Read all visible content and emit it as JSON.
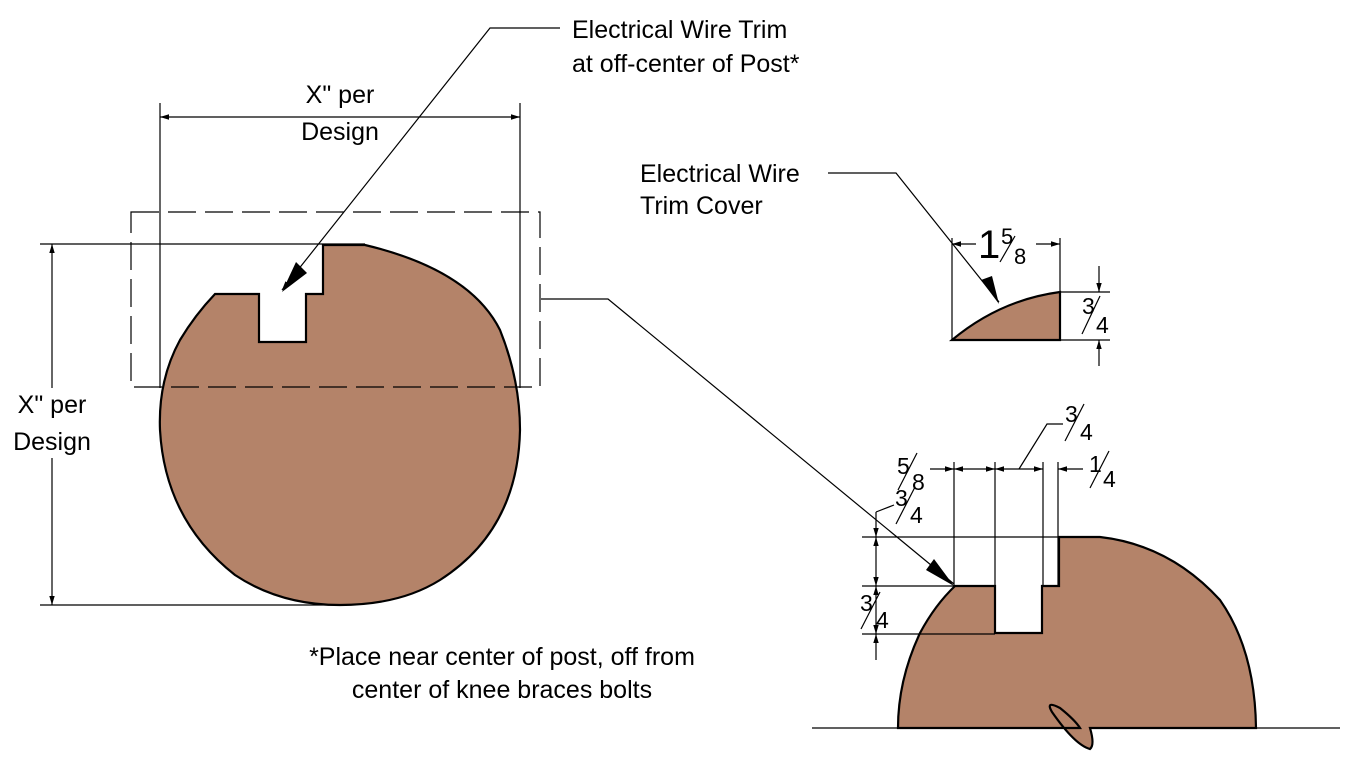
{
  "colors": {
    "wood": "#B48369",
    "line": "#000000",
    "background": "#FFFFFF"
  },
  "labels": {
    "trim_line1": "Electrical Wire Trim",
    "trim_line2": "at off-center of Post*",
    "cover_line1": "Electrical Wire",
    "cover_line2": "Trim Cover",
    "width_line1": "X\" per",
    "width_line2": "Design",
    "height_line1": "X\" per",
    "height_line2": "Design",
    "note_line1": "*Place near center of post, off from",
    "note_line2": "center of knee braces bolts"
  },
  "dimensions": {
    "cover_width": {
      "whole": "1",
      "num": "5",
      "den": "8"
    },
    "cover_height": {
      "num": "3",
      "den": "4"
    },
    "groove_width": {
      "num": "3",
      "den": "4"
    },
    "groove_offset": {
      "num": "5",
      "den": "8"
    },
    "groove_wall": {
      "num": "1",
      "den": "4"
    },
    "groove_depth_upper": {
      "num": "3",
      "den": "4"
    },
    "groove_depth_lower": {
      "num": "3",
      "den": "4"
    }
  }
}
